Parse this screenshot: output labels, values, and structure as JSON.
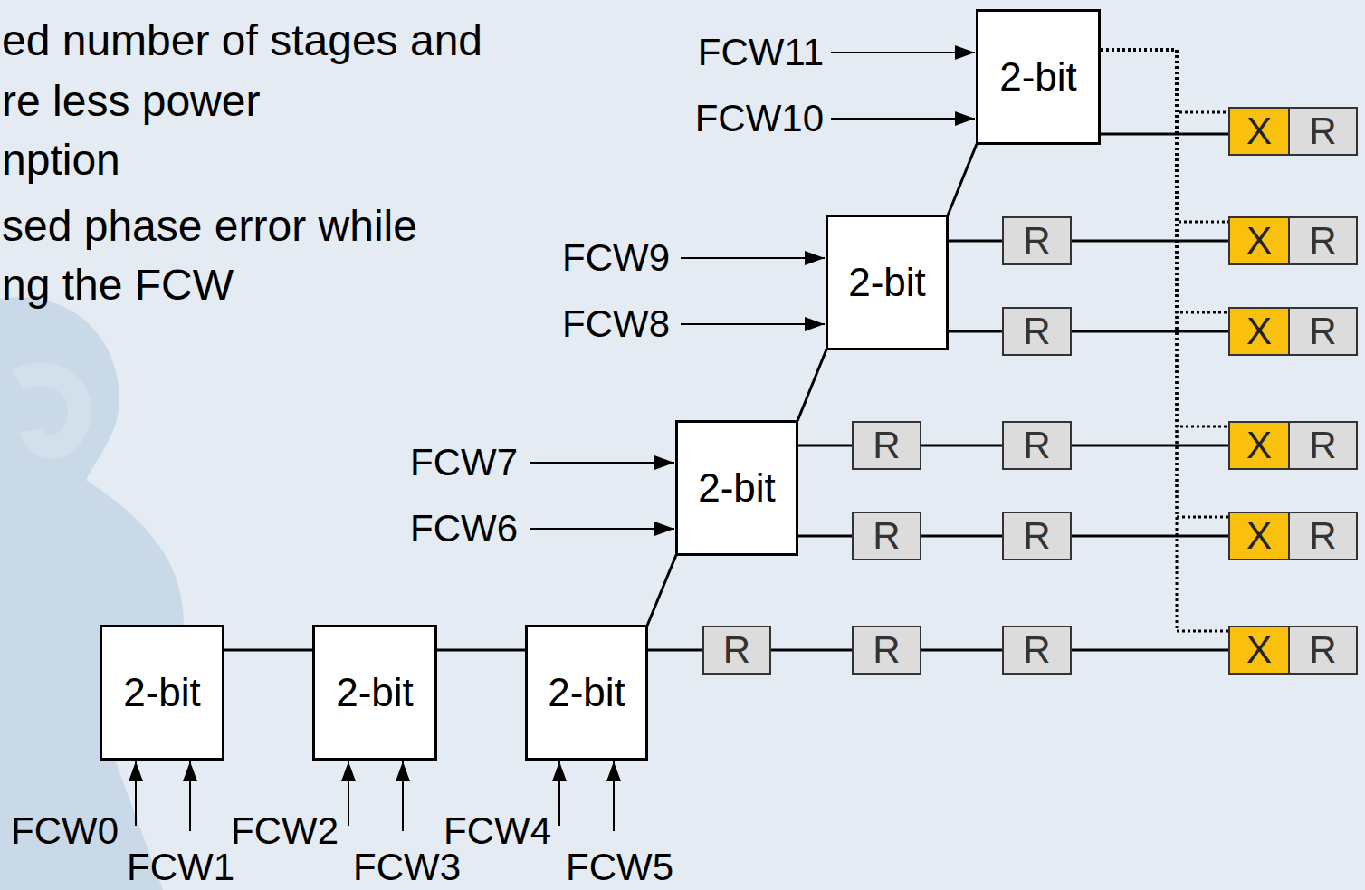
{
  "diagram": {
    "nodes": [
      {
        "text": [
          "2-bit"
        ]
      },
      {
        "text": [
          "2-bit"
        ]
      },
      {
        "text": [
          "2-bit"
        ]
      },
      {
        "text": [
          "2-bit"
        ]
      },
      {
        "text": [
          "2-bit"
        ]
      },
      {
        "text": [
          "2-bit"
        ]
      },
      {
        "text": [
          "R"
        ]
      },
      {
        "text": [
          "R"
        ]
      },
      {
        "text": [
          "R"
        ]
      },
      {
        "text": [
          "R"
        ]
      },
      {
        "text": [
          "R"
        ]
      },
      {
        "text": [
          "R"
        ]
      },
      {
        "text": [
          "R"
        ]
      },
      {
        "text": [
          "R"
        ]
      },
      {
        "text": [
          "R"
        ]
      },
      {
        "text": [
          "X"
        ]
      },
      {
        "text": [
          "R"
        ]
      },
      {
        "text": [
          "X"
        ]
      },
      {
        "text": [
          "R"
        ]
      },
      {
        "text": [
          "X"
        ]
      },
      {
        "text": [
          "R"
        ]
      },
      {
        "text": [
          "X"
        ]
      },
      {
        "text": [
          "R"
        ]
      },
      {
        "text": [
          "X"
        ]
      },
      {
        "text": [
          "R"
        ]
      },
      {
        "text": [
          "X"
        ]
      },
      {
        "text": [
          "R"
        ]
      }
    ],
    "edges": [
      {
        "from": 0,
        "to": 1,
        "arrow": "none"
      },
      {
        "from": 1,
        "to": 2,
        "arrow": "none"
      },
      {
        "from": 2,
        "to": 3,
        "arrow": "none"
      },
      {
        "from": 3,
        "to": 4,
        "arrow": "none"
      },
      {
        "from": 4,
        "to": 5,
        "arrow": "none"
      },
      {
        "from": 2,
        "to": 6,
        "arrow": "none"
      },
      {
        "from": 6,
        "to": 7,
        "arrow": "none"
      },
      {
        "from": 7,
        "to": 8,
        "arrow": "none"
      },
      {
        "from": 8,
        "to": 25,
        "arrow": "none"
      },
      {
        "from": 3,
        "to": 11,
        "arrow": "none"
      },
      {
        "from": 11,
        "to": 12,
        "arrow": "none"
      },
      {
        "from": 12,
        "to": 21,
        "arrow": "none"
      },
      {
        "from": 3,
        "to": 9,
        "arrow": "none"
      },
      {
        "from": 9,
        "to": 10,
        "arrow": "none"
      },
      {
        "from": 10,
        "to": 23,
        "arrow": "none"
      },
      {
        "from": 4,
        "to": 14,
        "arrow": "none"
      },
      {
        "from": 14,
        "to": 17,
        "arrow": "none"
      },
      {
        "from": 4,
        "to": 13,
        "arrow": "none"
      },
      {
        "from": 13,
        "to": 19,
        "arrow": "none"
      },
      {
        "from": 5,
        "to": 15,
        "arrow": "none"
      },
      {
        "from": 5,
        "to": 15,
        "arrow": "none"
      },
      {
        "from": 5,
        "to": 17,
        "arrow": "none"
      },
      {
        "from": 5,
        "to": 19,
        "arrow": "none"
      },
      {
        "from": 5,
        "to": 21,
        "arrow": "none"
      },
      {
        "from": 5,
        "to": 23,
        "arrow": "none"
      },
      {
        "from": 5,
        "to": 25,
        "arrow": "none"
      }
    ],
    "labels": [
      "ed number of stages and",
      "re less power",
      "nption",
      "sed phase error while",
      "ng the FCW",
      "FCW11",
      "FCW10",
      "FCW9",
      "FCW8",
      "FCW7",
      "FCW6",
      "FCW0",
      "FCW1",
      "FCW2",
      "FCW3",
      "FCW4",
      "FCW5"
    ]
  }
}
